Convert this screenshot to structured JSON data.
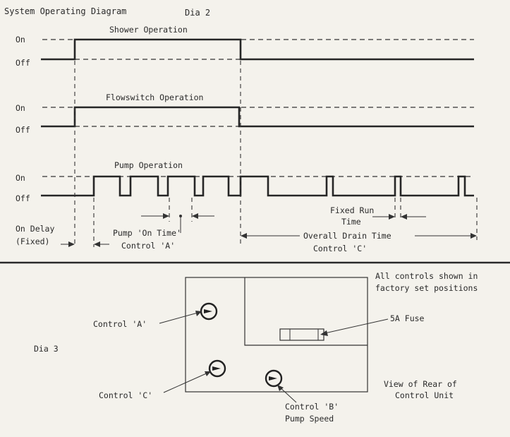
{
  "dia2": {
    "title": "System Operating Diagram",
    "number": "Dia 2",
    "shower": {
      "label": "Shower Operation",
      "on": "On",
      "off": "Off"
    },
    "flowswitch": {
      "label": "Flowswitch Operation",
      "on": "On",
      "off": "Off"
    },
    "pump": {
      "label": "Pump Operation",
      "on": "On",
      "off": "Off"
    },
    "annotations": {
      "on_delay_1": "On Delay",
      "on_delay_2": "(Fixed)",
      "pump_on_time_1": "Pump 'On Time'",
      "pump_on_time_2": "Control 'A'",
      "drain_time_1": "Overall Drain Time",
      "drain_time_2": "Control 'C'",
      "fixed_run_1": "Fixed Run",
      "fixed_run_2": "Time"
    }
  },
  "dia3": {
    "number": "Dia 3",
    "note_1": "All controls shown in",
    "note_2": "factory set positions",
    "fuse": "5A  Fuse",
    "control_a": "Control 'A'",
    "control_c": "Control 'C'",
    "control_b_1": "Control 'B'",
    "control_b_2": "Pump Speed",
    "view_1": "View of Rear of",
    "view_2": "Control Unit"
  }
}
